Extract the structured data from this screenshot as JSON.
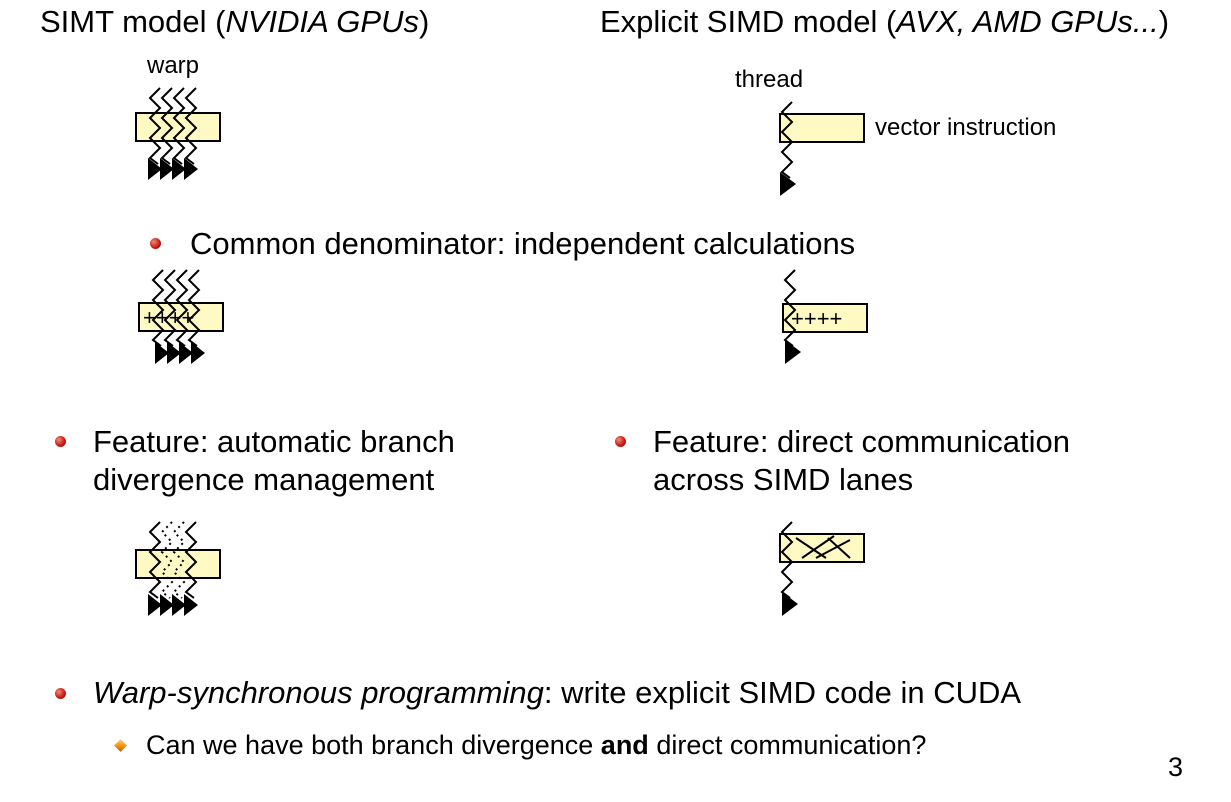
{
  "headings": {
    "simt_plain": "SIMT model (",
    "simt_italic": "NVIDIA GPUs",
    "simt_close": ")",
    "simd_plain": "Explicit SIMD model (",
    "simd_italic": "AVX, AMD GPUs...",
    "simd_close": ")"
  },
  "labels": {
    "warp": "warp",
    "thread": "thread",
    "vector_instruction": "vector instruction"
  },
  "common_bullet": "Common denominator: independent calculations",
  "plus_signs": "++++",
  "feature_simt": {
    "line1": "Feature: automatic branch",
    "line2": "divergence management"
  },
  "feature_simd": {
    "line1": "Feature: direct communication",
    "line2": "across SIMD lanes"
  },
  "bottom_bullet": {
    "italic": "Warp-synchronous programming",
    "rest": ": write explicit SIMD code in CUDA"
  },
  "sub_bullet": {
    "part1": "Can we have both branch divergence ",
    "bold": "and",
    "part2": " direct communication?"
  },
  "page_number": "3"
}
